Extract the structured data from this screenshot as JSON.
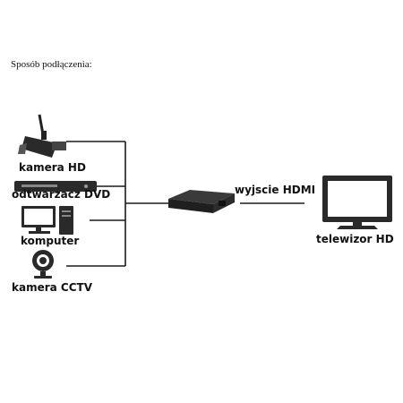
{
  "caption": "Sposób podłączenia:",
  "devices": {
    "camera_hd": "kamera HD",
    "dvd_player": "odtwarzacz DVD",
    "computer": "komputer",
    "cctv_camera": "kamera CCTV"
  },
  "output_label": "wyjscie HDMI",
  "tv_label": "telewizor HD",
  "colors": {
    "line": "#1a1a1a",
    "screen": "#ffffff",
    "device_body": "#2a2a2a"
  }
}
